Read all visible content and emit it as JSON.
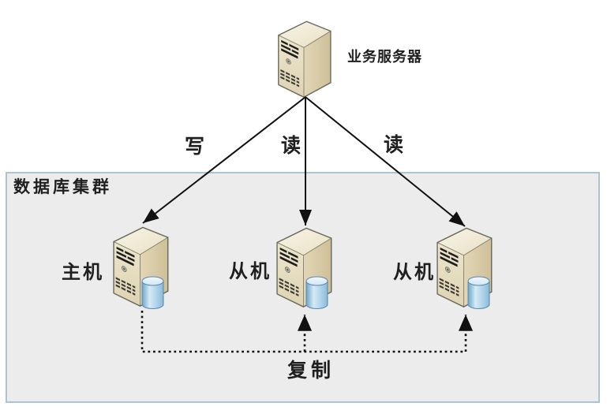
{
  "app_server": {
    "label": "业务服务器"
  },
  "connections": {
    "write": "写",
    "read_left": "读",
    "read_right": "读",
    "replication": "复制"
  },
  "cluster": {
    "label": "数据库集群",
    "nodes": [
      {
        "label": "主机",
        "role": "master"
      },
      {
        "label": "从机",
        "role": "slave"
      },
      {
        "label": "从机",
        "role": "slave"
      }
    ]
  },
  "colors": {
    "background": "#ffffff",
    "cluster_fill": "#ececec",
    "cluster_border": "#aec3d2",
    "arrow_line": "#111111",
    "text": "#1f1f1f",
    "server_top": "#f4efdf",
    "server_front": "#e8e0c6",
    "server_side": "#d6c8a2",
    "database_blue": "#8abbdc",
    "database_light": "#d6eaf6"
  }
}
